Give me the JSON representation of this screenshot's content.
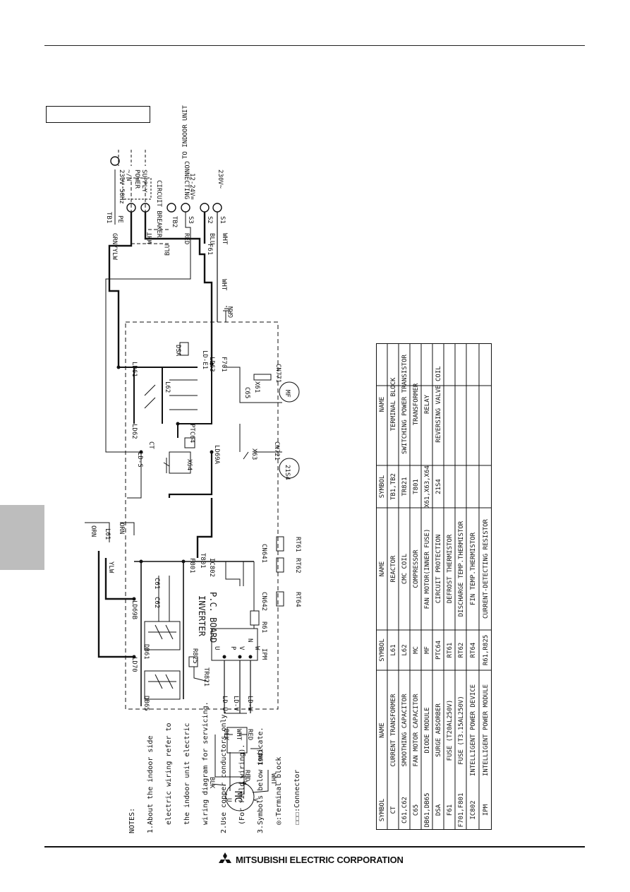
{
  "page": {
    "label_box_text": "",
    "footer_brand": "MITSUBISHI ELECTRIC CORPORATION"
  },
  "diagram": {
    "power_supply": [
      "~/N",
      "230V 50Hz",
      "POWER",
      "SUPPLY"
    ],
    "circuit_breaker": "CIRCUIT BREAKER",
    "tb1": "TB1",
    "tb2": "TB2",
    "pe": "PE",
    "n": "N",
    "l": "L",
    "gnd_ylw": "GRN/YLW",
    "s1": "S1",
    "s2": "S2",
    "s3": "S3",
    "v_dc": "12-24V=",
    "v_ac": "230V~",
    "to_indoor": [
      "TO INDOOR UNIT",
      "CONNECTING"
    ],
    "wire_wht": "WHT",
    "wire_blu": "BLU",
    "wire_red": "RED",
    "wire_grn": "GRN",
    "wire_blk": "BLK",
    "wire_orn": "ORN",
    "wire_ylw": "YLW",
    "f61": "F61",
    "dsa": "DSA",
    "ld_e1": "LD-E1",
    "ld61": "LD61",
    "ld62": "LD62",
    "ld63": "LD63",
    "l62": "L62",
    "f701": "F701",
    "k61": "X61",
    "cn771": "CN771",
    "mf": "MF",
    "c65": "C65",
    "ptc64": "PTC64",
    "ct": "CT",
    "ld_s": "LD-S",
    "x64": "X64",
    "ld69a": "LD69A",
    "x63": "X63",
    "cn721": "CN721",
    "s21s4": "21S4",
    "l61": "L61",
    "f801": "F801",
    "t801": "T801",
    "ic802": "IC802",
    "cn641": "CN641",
    "rt61": "RT61",
    "rt62": "RT62",
    "cn642": "CN642",
    "rt64": "RT64",
    "ld69b": "LD69B",
    "c61": "C61",
    "c62": "C62",
    "board": [
      "INVERTER",
      "P.C. BOARD"
    ],
    "ld70": "LD70",
    "db61": "DB61",
    "r825": "R825",
    "tr821": "TR821",
    "db65": "DB65",
    "r61": "R61",
    "ipm": "IPM",
    "ld_u": "LD-U",
    "ld_v": "LD-V",
    "ld_w": "LD-W",
    "cn61": "CN61",
    "mc": "MC",
    "phase_u": "U",
    "phase_v": "V",
    "phase_w": "W",
    "phase_p": "P",
    "phase_n": "N"
  },
  "notes": [
    "NOTES:",
    "1.About the indoor side",
    "  electric wiring refer to",
    "  the indoor unit electric",
    "  wiring diagram for servicing.",
    "2.Use copper conductors only.",
    "  (For field wiring).",
    "3.Symbols below indicate.",
    "  ◎:Terminal block",
    "  ☐☐☐:Connector"
  ],
  "legend_left": {
    "headers": [
      "SYMBOL",
      "NAME"
    ],
    "rows": [
      [
        "CT",
        "CURRENT TRANSFORMER"
      ],
      [
        "C61,C62",
        "SMOOTHING CAPACITOR"
      ],
      [
        "C65",
        "FAN MOTOR CAPACITOR"
      ],
      [
        "DB61,DB65",
        "DIODE MODULE"
      ],
      [
        "DSA",
        "SURGE ABSORBER"
      ],
      [
        "F61",
        "FUSE (T20AL250V)"
      ],
      [
        "F701,F801",
        "FUSE (T3.15AL250V)"
      ],
      [
        "IC802",
        "INTELLIGENT POWER DEVICE"
      ],
      [
        "IPM",
        "INTELLIGENT POWER MODULE"
      ]
    ]
  },
  "legend_mid": {
    "headers": [
      "SYMBOL",
      "NAME"
    ],
    "rows": [
      [
        "L61",
        "REACTOR"
      ],
      [
        "L62",
        "CMC COIL"
      ],
      [
        "MC",
        "COMPRESSOR"
      ],
      [
        "MF",
        "FAN MOTOR(INNER FUSE)"
      ],
      [
        "PTC64",
        "CIRCUIT PROTECTION"
      ],
      [
        "RT61",
        "DEFROST THERMISTOR"
      ],
      [
        "RT62",
        "DISCHARGE TEMP.THERMISTOR"
      ],
      [
        "RT64",
        "FIN TEMP.THERMISTOR"
      ],
      [
        "R61,R825",
        "CURRENT-DETECTING RESISTOR"
      ]
    ]
  },
  "legend_right": {
    "headers": [
      "SYMBOL",
      "NAME"
    ],
    "rows": [
      [
        "TB1,TB2",
        "TERMINAL BLOCK"
      ],
      [
        "TR821",
        "SWITCHING POWER TRANSISTOR"
      ],
      [
        "T801",
        "TRANSFORMER"
      ],
      [
        "X61,X63,X64",
        "RELAY"
      ],
      [
        "21S4",
        "REVERSING VALVE COIL"
      ],
      [
        "",
        ""
      ],
      [
        "",
        ""
      ],
      [
        "",
        ""
      ],
      [
        "",
        ""
      ]
    ]
  }
}
